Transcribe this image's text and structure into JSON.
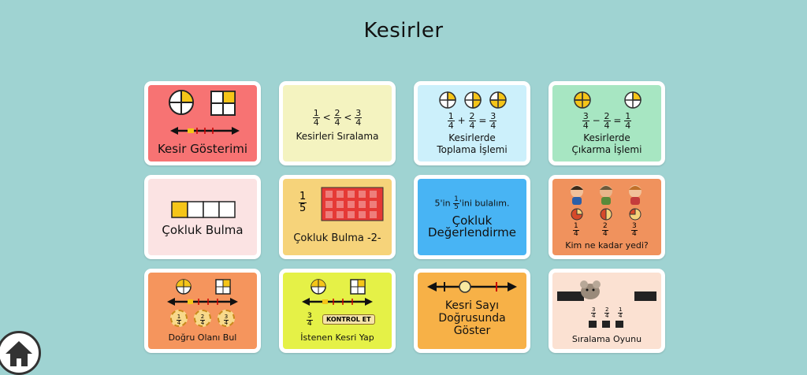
{
  "title": "Kesirler",
  "cards": {
    "kesir_gosterimi": {
      "label": "Kesir Gösterimi"
    },
    "kesirleri_siralama": {
      "label": "Kesirleri Sıralama",
      "f1n": "1",
      "f1d": "4",
      "f2n": "2",
      "f2d": "4",
      "f3n": "3",
      "f3d": "4",
      "op": "<"
    },
    "kesirlerde_toplama": {
      "line1": "Kesirlerde",
      "line2": "Toplama İşlemi",
      "a_n": "1",
      "a_d": "4",
      "b_n": "2",
      "b_d": "4",
      "c_n": "3",
      "c_d": "4",
      "plus": "+",
      "eq": "="
    },
    "kesirlerde_cikarma": {
      "line1": "Kesirlerde",
      "line2": "Çıkarma İşlemi",
      "a_n": "3",
      "a_d": "4",
      "b_n": "2",
      "b_d": "4",
      "c_n": "1",
      "c_d": "4",
      "minus": "−",
      "eq": "="
    },
    "cokluk_bulma": {
      "label": "Çokluk Bulma"
    },
    "cokluk_bulma_2": {
      "label": "Çokluk Bulma -2-",
      "fn": "1",
      "fd": "5"
    },
    "cokluk_degerlendirme": {
      "pre": "5'in",
      "fn": "1",
      "fd": "5",
      "post": "'ini bulalım.",
      "line1": "Çokluk",
      "line2": "Değerlendirme"
    },
    "kim_ne_kadar_yedi": {
      "label": "Kim ne kadar yedi?",
      "f1n": "1",
      "f1d": "4",
      "f2n": "2",
      "f2d": "4",
      "f3n": "3",
      "f3d": "4"
    },
    "dogru_olani_bul": {
      "label": "Doğru Olanı Bul",
      "f1n": "1",
      "f1d": "4",
      "f2n": "2",
      "f2d": "4",
      "f3n": "3",
      "f3d": "4"
    },
    "istenen_kesri_yap": {
      "label": "İstenen Kesri Yap",
      "button": "KONTROL ET",
      "fn": "3",
      "fd": "4"
    },
    "kesri_sayi_dogrusunda": {
      "line1": "Kesri Sayı",
      "line2": "Doğrusunda",
      "line3": "Göster"
    },
    "siralama_oyunu": {
      "label": "Sıralama Oyunu",
      "f1n": "3",
      "f1d": "4",
      "f2n": "2",
      "f2d": "4",
      "f3n": "1",
      "f3d": "4"
    }
  },
  "colors": {
    "background": "#9fd3d2",
    "kesir_gosterimi": "#f77373",
    "kesirleri_siralama": "#f4f3c0",
    "kesirlerde_toplama": "#ccf0fb",
    "kesirlerde_cikarma": "#a7e6c2",
    "cokluk_bulma": "#fbe3e3",
    "cokluk_bulma_2": "#f6d37a",
    "cokluk_degerlendirme": "#48b4f4",
    "kim_ne_kadar_yedi": "#f0925d",
    "dogru_olani_bul": "#f5955d",
    "istenen_kesri_yap": "#e5f147",
    "kesri_sayi_dogrusunda": "#f7b147",
    "siralama_oyunu": "#fbe1d2"
  },
  "icons": {
    "home": "home-icon"
  }
}
